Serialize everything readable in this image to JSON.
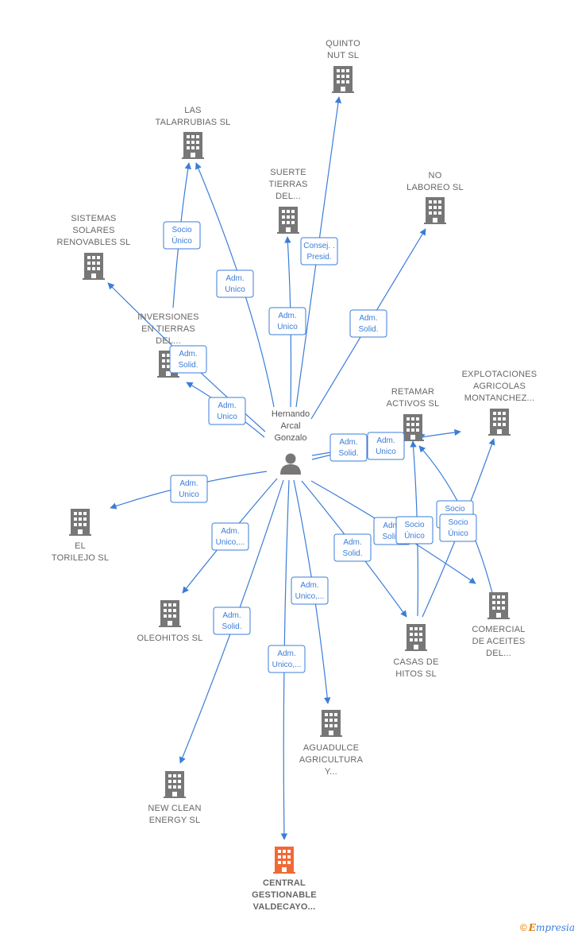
{
  "colors": {
    "edge": "#3b7dd8",
    "building": "#777777",
    "highlight": "#f06a35",
    "person": "#777777"
  },
  "center": {
    "label_lines": [
      "Hernando",
      "Arcal",
      "Gonzalo"
    ],
    "icon": "person-icon"
  },
  "nodes": [
    {
      "id": "quinto-nut",
      "label_lines": [
        "QUINTO",
        "NUT  SL"
      ]
    },
    {
      "id": "las-talarrubias",
      "label_lines": [
        "LAS",
        "TALARRUBIAS SL"
      ]
    },
    {
      "id": "suerte-tierras",
      "label_lines": [
        "SUERTE",
        "TIERRAS",
        "DEL..."
      ]
    },
    {
      "id": "no-laboreo",
      "label_lines": [
        "NO",
        "LABOREO  SL"
      ]
    },
    {
      "id": "sistemas-solares",
      "label_lines": [
        "SISTEMAS",
        "SOLARES",
        "RENOVABLES SL"
      ]
    },
    {
      "id": "inversiones-tierras",
      "label_lines": [
        "INVERSIONES",
        "EN TIERRAS",
        "DEL..."
      ]
    },
    {
      "id": "explotaciones-agricolas",
      "label_lines": [
        "EXPLOTACIONES",
        "AGRICOLAS",
        "MONTANCHEZ..."
      ]
    },
    {
      "id": "retamar-activos",
      "label_lines": [
        "RETAMAR",
        "ACTIVOS SL"
      ]
    },
    {
      "id": "el-torilejo",
      "label_lines": [
        "EL",
        "TORILEJO  SL"
      ]
    },
    {
      "id": "oleohitos",
      "label_lines": [
        "OLEOHITOS  SL"
      ]
    },
    {
      "id": "comercial-aceites",
      "label_lines": [
        "COMERCIAL",
        "DE ACEITES",
        "DEL..."
      ]
    },
    {
      "id": "casas-de-hitos",
      "label_lines": [
        "CASAS DE",
        "HITOS SL"
      ]
    },
    {
      "id": "aguadulce",
      "label_lines": [
        "AGUADULCE",
        "AGRICULTURA",
        "Y..."
      ]
    },
    {
      "id": "new-clean-energy",
      "label_lines": [
        "NEW CLEAN",
        "ENERGY SL"
      ]
    },
    {
      "id": "central-gestionable",
      "label_lines": [
        "CENTRAL",
        "GESTIONABLE",
        "VALDECAYO..."
      ],
      "highlight": true
    }
  ],
  "edges": [
    {
      "to": "quinto-nut",
      "label_lines": [
        "Consej. .",
        "Presid."
      ]
    },
    {
      "to": "las-talarrubias",
      "label_lines": [
        "Adm.",
        "Unico"
      ]
    },
    {
      "from": "inversiones-tierras",
      "to": "las-talarrubias",
      "label_lines": [
        "Socio",
        "Único"
      ]
    },
    {
      "to": "suerte-tierras",
      "label_lines": [
        "Adm.",
        "Unico"
      ]
    },
    {
      "to": "no-laboreo",
      "label_lines": [
        "Adm.",
        "Solid."
      ]
    },
    {
      "to": "sistemas-solares",
      "label_lines": [
        "Adm.",
        "Solid."
      ]
    },
    {
      "to": "inversiones-tierras",
      "label_lines": [
        "Adm.",
        "Unico"
      ]
    },
    {
      "to": "explotaciones-agricolas",
      "label_lines": [
        "Adm.",
        "Solid."
      ]
    },
    {
      "to": "retamar-activos",
      "label_lines": [
        "Adm.",
        "Unico"
      ]
    },
    {
      "to": "el-torilejo",
      "label_lines": [
        "Adm.",
        "Unico"
      ]
    },
    {
      "to": "oleohitos",
      "label_lines": [
        "Adm.",
        "Unico,..."
      ]
    },
    {
      "to": "comercial-aceites",
      "label_lines": [
        "Adm.",
        "Solid."
      ]
    },
    {
      "to": "casas-de-hitos",
      "label_lines": [
        "Adm.",
        "Solid."
      ]
    },
    {
      "from": "casas-de-hitos",
      "to": "retamar-activos",
      "label_lines": [
        "Socio",
        "Único"
      ]
    },
    {
      "from": "comercial-aceites",
      "to": "retamar-activos",
      "label_lines": [
        "Socio",
        "Único"
      ]
    },
    {
      "from": "casas-de-hitos",
      "to": "explotaciones-agricolas",
      "label_lines": [
        "Socio",
        "Único"
      ]
    },
    {
      "to": "aguadulce",
      "label_lines": [
        "Adm.",
        "Unico,..."
      ]
    },
    {
      "to": "new-clean-energy",
      "label_lines": [
        "Adm.",
        "Solid."
      ]
    },
    {
      "to": "central-gestionable",
      "label_lines": [
        "Adm.",
        "Unico,..."
      ]
    }
  ],
  "footer": {
    "copyright": "©",
    "brand_first": "E",
    "brand_rest": "mpresia"
  }
}
